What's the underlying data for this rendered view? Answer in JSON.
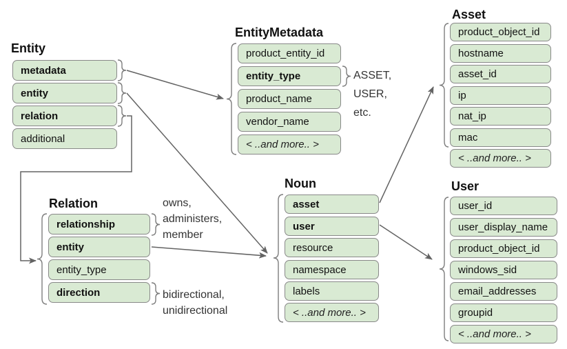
{
  "boxes": {
    "entity": {
      "title": "Entity",
      "rows": [
        "metadata",
        "entity",
        "relation",
        "additional"
      ]
    },
    "entityMetadata": {
      "title": "EntityMetadata",
      "rows": [
        "product_entity_id",
        "entity_type",
        "product_name",
        "vendor_name",
        "< ..and more.. >"
      ]
    },
    "asset": {
      "title": "Asset",
      "rows": [
        "product_object_id",
        "hostname",
        "asset_id",
        "ip",
        "nat_ip",
        "mac",
        "< ..and more.. >"
      ]
    },
    "noun": {
      "title": "Noun",
      "rows": [
        "asset",
        "user",
        "resource",
        "namespace",
        "labels",
        "< ..and more.. >"
      ]
    },
    "user": {
      "title": "User",
      "rows": [
        "user_id",
        "user_display_name",
        "product_object_id",
        "windows_sid",
        "email_addresses",
        "groupid",
        "< ..and more.. >"
      ]
    },
    "relation": {
      "title": "Relation",
      "rows": [
        "relationship",
        "entity",
        "entity_type",
        "direction"
      ]
    }
  },
  "annotations": {
    "entityTypeExamples": [
      "ASSET,",
      "USER,",
      "etc."
    ],
    "relationshipExamples": [
      "owns,",
      "administers,",
      "member"
    ],
    "directionExamples": [
      "bidirectional,",
      "unidirectional"
    ]
  },
  "colors": {
    "rowFill": "#d9ead3",
    "rowBorder": "#888888",
    "connector": "#636363",
    "text": "#111111"
  }
}
